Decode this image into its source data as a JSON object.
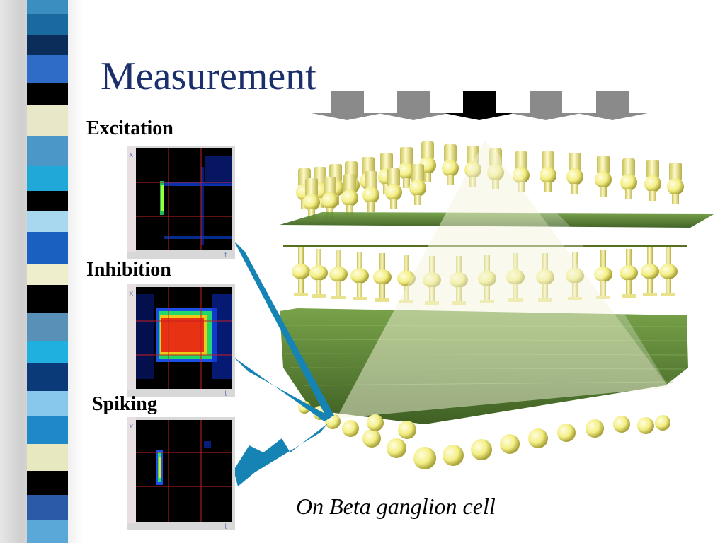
{
  "slide": {
    "title": "Measurement",
    "caption": "On Beta ganglion cell"
  },
  "panels": [
    {
      "label": "Excitation",
      "y_axis": "x",
      "x_axis": "t"
    },
    {
      "label": "Inhibition",
      "y_axis": "x",
      "x_axis": "t"
    },
    {
      "label": "Spiking",
      "y_axis": "x",
      "x_axis": "t"
    }
  ],
  "colors": {
    "title": "#1b2f6b",
    "cell_yellow": "#f3f08a",
    "layer_green": "#4f7a1c",
    "pointer_blue": "#1584b5",
    "arrow_gray": "#8a8a8a",
    "arrow_black": "#000000"
  }
}
